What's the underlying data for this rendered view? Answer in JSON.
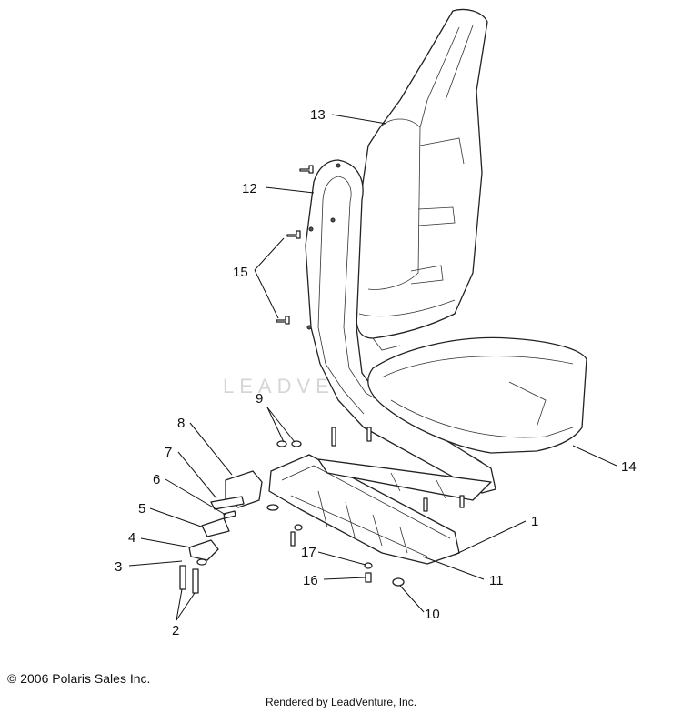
{
  "watermark": "LEADVENTURE",
  "callouts": [
    "1",
    "2",
    "3",
    "4",
    "5",
    "6",
    "7",
    "8",
    "9",
    "10",
    "11",
    "12",
    "13",
    "14",
    "15",
    "16",
    "17"
  ],
  "footer": {
    "copyright": "© 2006 Polaris Sales Inc.",
    "rendered_by": "Rendered by LeadVenture, Inc."
  }
}
